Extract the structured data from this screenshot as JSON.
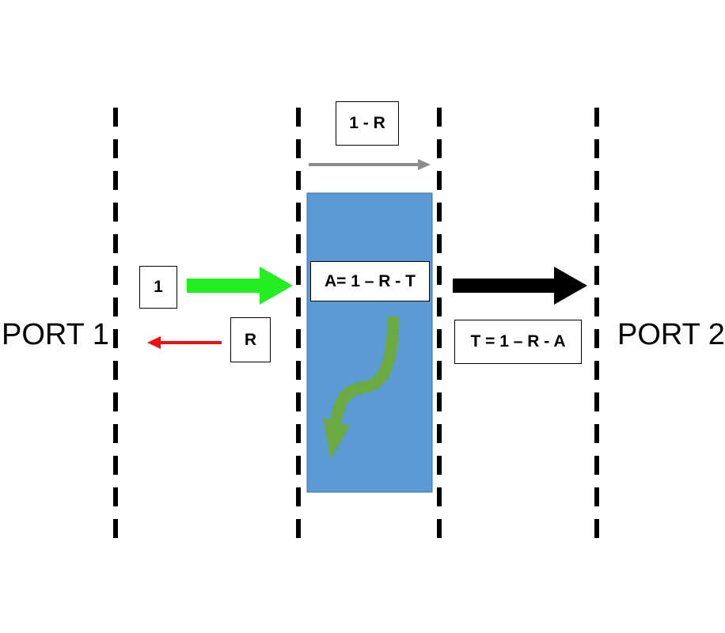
{
  "ports": {
    "left": "PORT 1",
    "right": "PORT 2"
  },
  "labels": {
    "incident": "1",
    "reflected": "R",
    "entering": "1 - R",
    "absorbed": "A= 1 – R - T",
    "transmitted": "T = 1 – R - A"
  },
  "colors": {
    "slab": "#5b9bd5",
    "incident_arrow": "#22ee22",
    "reflected_arrow": "#ee1111",
    "entering_arrow": "#8c8c8c",
    "transmitted_arrow": "#000000",
    "absorbed_arrow": "#6aaa40",
    "dash": "#000000"
  }
}
